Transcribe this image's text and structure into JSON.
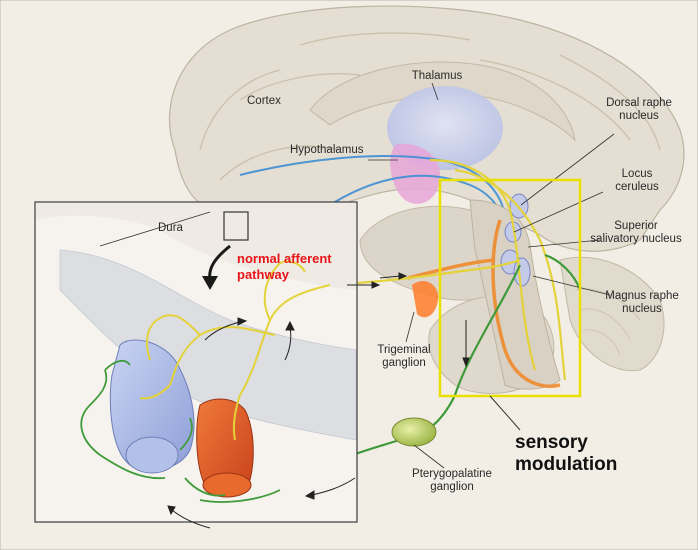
{
  "labels": {
    "thalamus": "Thalamus",
    "cortex": "Cortex",
    "dorsal_raphe_1": "Dorsal raphe",
    "dorsal_raphe_2": "nucleus",
    "hypothalamus": "Hypothalamus",
    "locus_1": "Locus",
    "locus_2": "ceruleus",
    "superior_1": "Superior",
    "superior_2": "salivatory nucleus",
    "dura": "Dura",
    "normal_afferent_1": "normal afferent",
    "normal_afferent_2": "pathway",
    "magnus_1": "Magnus raphe",
    "magnus_2": "nucleus",
    "trigeminal_1": "Trigeminal",
    "trigeminal_2": "ganglion",
    "sensory_1": "sensory",
    "sensory_2": "modulation",
    "pterygo_1": "Pterygopalatine",
    "pterygo_2": "ganglion"
  },
  "colors": {
    "highlight_box": "#e8e000",
    "afferent_text": "#e8141a",
    "yellow_fibers": "#e4d23a",
    "green_fibers": "#3f9a3a",
    "blue_fibers": "#3d8fd4",
    "orange_fibers": "#f08a2c"
  }
}
